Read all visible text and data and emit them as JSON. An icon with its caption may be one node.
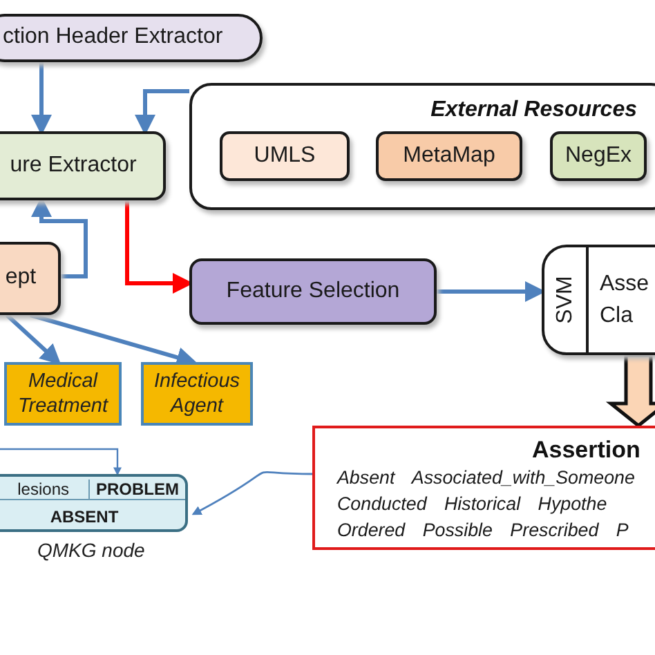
{
  "diagram": {
    "nodes": [
      {
        "text": [
          "ction Header Extractor"
        ]
      },
      {
        "text": [
          "ure Extractor"
        ]
      },
      {
        "text": [
          "External Resources"
        ]
      },
      {
        "text": [
          "UMLS"
        ],
        "in": 2
      },
      {
        "text": [
          "MetaMap"
        ],
        "in": 2
      },
      {
        "text": [
          "NegEx"
        ],
        "in": 2
      },
      {
        "text": [
          "ept"
        ]
      },
      {
        "text": [
          "Feature Selection"
        ]
      },
      {
        "text": [
          "SVM",
          "Asse Cla"
        ]
      },
      {
        "text": [
          "Medical Treatment"
        ]
      },
      {
        "text": [
          "Infectious Agent"
        ]
      },
      {
        "text": [
          "Assertion",
          "Absent Associated_with_Someone",
          "Conducted Historical Hypothe",
          "Ordered Possible Prescribed P"
        ]
      },
      {
        "text": [
          "lesions",
          "PROBLEM",
          "ABSENT"
        ],
        "beside": [
          "QMKG node"
        ]
      }
    ],
    "edges": [
      {
        "from": 0,
        "to": 1,
        "arrow": "to"
      },
      {
        "from": 2,
        "to": 1,
        "arrow": "to"
      },
      {
        "from": 6,
        "to": 1,
        "arrow": "to"
      },
      {
        "from": 1,
        "to": 7,
        "arrow": "to",
        "color": "#ff0000"
      },
      {
        "from": 7,
        "to": 8,
        "arrow": "to"
      },
      {
        "from": 8,
        "to": 11,
        "arrow": "to",
        "style": "thick"
      },
      {
        "from": 6,
        "to": 9,
        "arrow": "to"
      },
      {
        "from": 6,
        "to": 10,
        "arrow": "to"
      },
      {
        "from": 11,
        "to": 12,
        "arrow": "to"
      },
      {
        "from": null,
        "to": 12,
        "arrow": "to"
      }
    ]
  }
}
